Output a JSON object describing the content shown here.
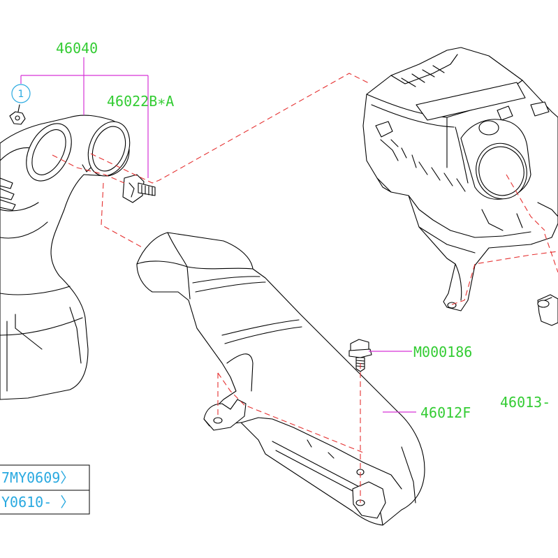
{
  "labels": {
    "part_46040": "46040",
    "part_46022": "46022B∗A",
    "part_M000186": "M000186",
    "part_46012F": "46012F",
    "part_46013": "46013-",
    "ref_circle": "1"
  },
  "legend": {
    "row1": "7MY0609〉",
    "row2": "Y0610-  〉"
  },
  "colors": {
    "part_label": "#33cc33",
    "ref_label": "#29a9e0",
    "leader": "#d633d6",
    "phantom_line": "#e53030"
  }
}
